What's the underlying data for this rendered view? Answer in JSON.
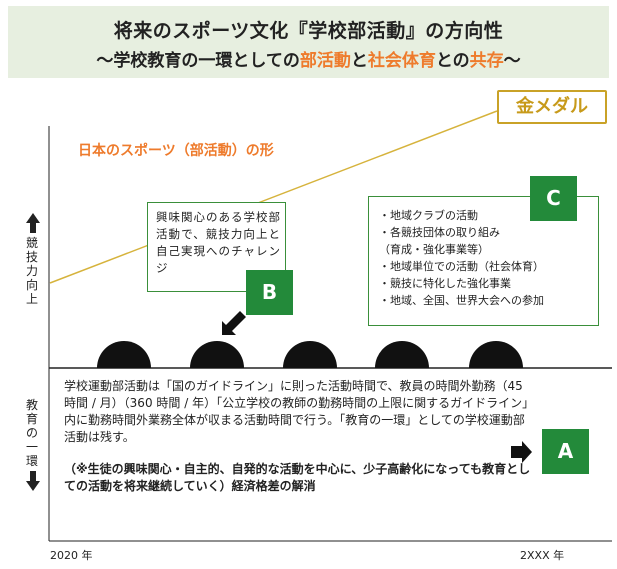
{
  "header": {
    "title": "将来のスポーツ文化『学校部活動』の方向性",
    "subtitle_pre": "〜学校教育の一環としての",
    "subtitle_hl1": "部活動",
    "subtitle_mid": "と",
    "subtitle_hl2": "社会体育",
    "subtitle_mid2": "との",
    "subtitle_hl3": "共存",
    "subtitle_post": "〜"
  },
  "gold_label": "金メダル",
  "sports_label": "日本のスポーツ（部活動）の形",
  "box_b": {
    "text": "興味関心のある学校部活動で、競技力向上と自己実現へのチャレンジ",
    "badge": "B"
  },
  "box_c": {
    "badge": "C",
    "items": [
      "・地域クラブの活動",
      "・各競技団体の取り組み",
      "（育成・強化事業等）",
      "・地域単位での活動（社会体育）",
      "・競技に特化した強化事業",
      "・地域、全国、世界大会への参加"
    ]
  },
  "axis": {
    "y_up": "競技力向上",
    "y_down": "教育の一環",
    "x_start": "2020 年",
    "x_end": "2XXX 年"
  },
  "box_a": {
    "badge": "A",
    "text": "学校運動部活動は「国のガイドライン」に則った活動時間で、教員の時間外勤務（45 時間 / 月）（360 時間 / 年）「公立学校の教師の勤務時間の上限に関するガイドライン」内に勤務時間外業務全体が収まる活動時間で行う。「教育の一環」としての学校運動部活動は残す。",
    "note": "（※生徒の興味関心・自主的、自発的な活動を中心に、少子高齢化になっても教育としての活動を将来継続していく）経済格差の解消"
  },
  "colors": {
    "header_bg": "#e7efe0",
    "accent_orange": "#ee7b2c",
    "gold": "#c9a227",
    "badge_green": "#238a3a",
    "box_border": "#3a8f3a"
  }
}
